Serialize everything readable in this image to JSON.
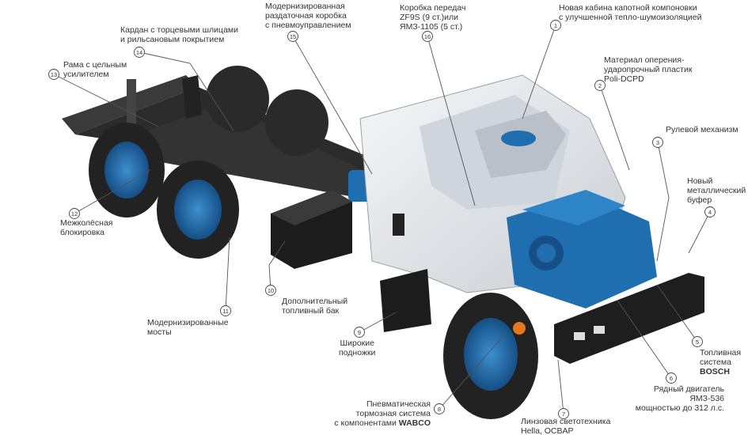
{
  "callouts": [
    {
      "number": "1",
      "lines": [
        "Новая кабина капотной компоновки",
        "с улучшенной тепло-шумоизоляцией"
      ]
    },
    {
      "number": "2",
      "lines": [
        "Материал оперения-",
        "ударопрочный пластик",
        "Poli-DCPD"
      ]
    },
    {
      "number": "3",
      "lines": [
        "Рулевой механизм"
      ]
    },
    {
      "number": "4",
      "lines": [
        "Новый",
        "металлический",
        "буфер"
      ]
    },
    {
      "number": "5",
      "lines": [
        "Топливная",
        "система"
      ],
      "bold": "BOSCH"
    },
    {
      "number": "6",
      "lines": [
        "Рядный двигатель",
        "ЯМЗ-536",
        "мощностью до 312 л.с."
      ]
    },
    {
      "number": "7",
      "lines": [
        "Линзовая светотехника",
        "Hella, OCBAP"
      ]
    },
    {
      "number": "8",
      "lines": [
        "Пневматическая",
        "тормозная система"
      ],
      "prefix": "с компонентами",
      "bold": "WABCO"
    },
    {
      "number": "9",
      "lines": [
        "Широкие",
        "подножки"
      ]
    },
    {
      "number": "10",
      "lines": [
        "Дополнительный",
        "топливный бак"
      ]
    },
    {
      "number": "11",
      "lines": [
        "Модернизированные",
        "мосты"
      ]
    },
    {
      "number": "12",
      "lines": [
        "Межколёсная",
        "блокировка"
      ]
    },
    {
      "number": "13",
      "lines": [
        "Рама с цельным",
        "усилителем"
      ]
    },
    {
      "number": "14",
      "lines": [
        "Кардан с торцевыми шлицами",
        "и рильсановым покрытием"
      ]
    },
    {
      "number": "15",
      "lines": [
        "Модернизированная",
        "раздаточная коробка",
        "с пневмоуправлением"
      ]
    },
    {
      "number": "16",
      "lines": [
        "Коробка передач",
        "ZF9S (9 ст.)или",
        "ЯМЗ-1105 (5 ст.)"
      ]
    }
  ],
  "colors": {
    "cab": "#e9ebee",
    "frame": "#2b2b2b",
    "component": "#1f6fb0",
    "tire": "#222222",
    "leader": "#555555",
    "brake": "#e07a1c"
  }
}
